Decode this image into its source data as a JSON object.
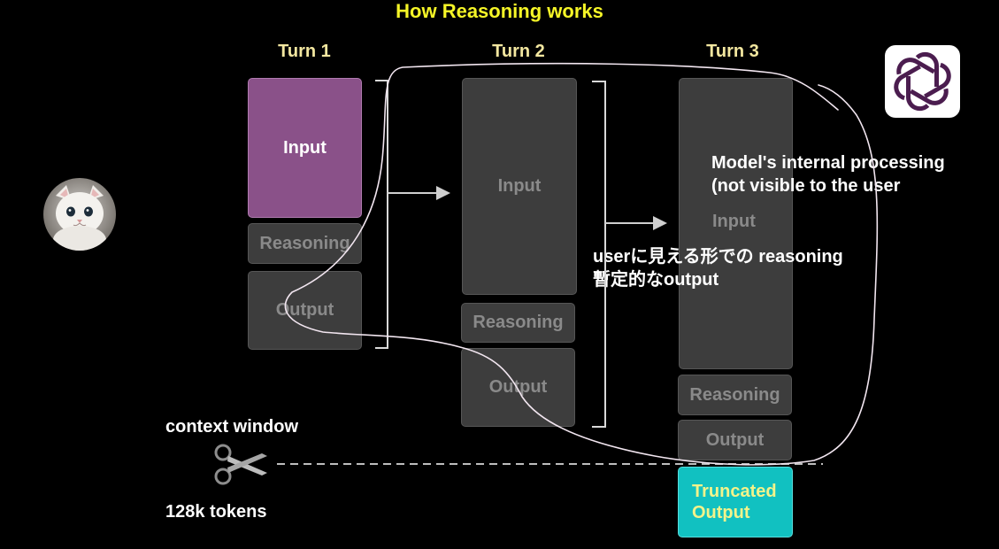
{
  "title": "How Reasoning works",
  "turns": {
    "t1": {
      "label": "Turn 1",
      "input": "Input",
      "reasoning": "Reasoning",
      "output": "Output"
    },
    "t2": {
      "label": "Turn 2",
      "input": "Input",
      "reasoning": "Reasoning",
      "output": "Output"
    },
    "t3": {
      "label": "Turn 3",
      "input": "Input",
      "reasoning": "Reasoning",
      "output": "Output",
      "truncated": "Truncated\nOutput"
    }
  },
  "notes": {
    "internal": "Model's internal processing\n(not visible to the user",
    "visible": "userに見える形での reasoning\n暫定的なoutput"
  },
  "context": {
    "label": "context window",
    "tokens": "128k tokens"
  },
  "icons": {
    "avatar": "cat-avatar",
    "logo": "openai-logo-icon",
    "cut": "scissors-icon"
  },
  "colors": {
    "title": "#f5f527",
    "input_turn1": "#8a5189",
    "truncated": "#11c1c1",
    "box": "#3d3d3d"
  }
}
